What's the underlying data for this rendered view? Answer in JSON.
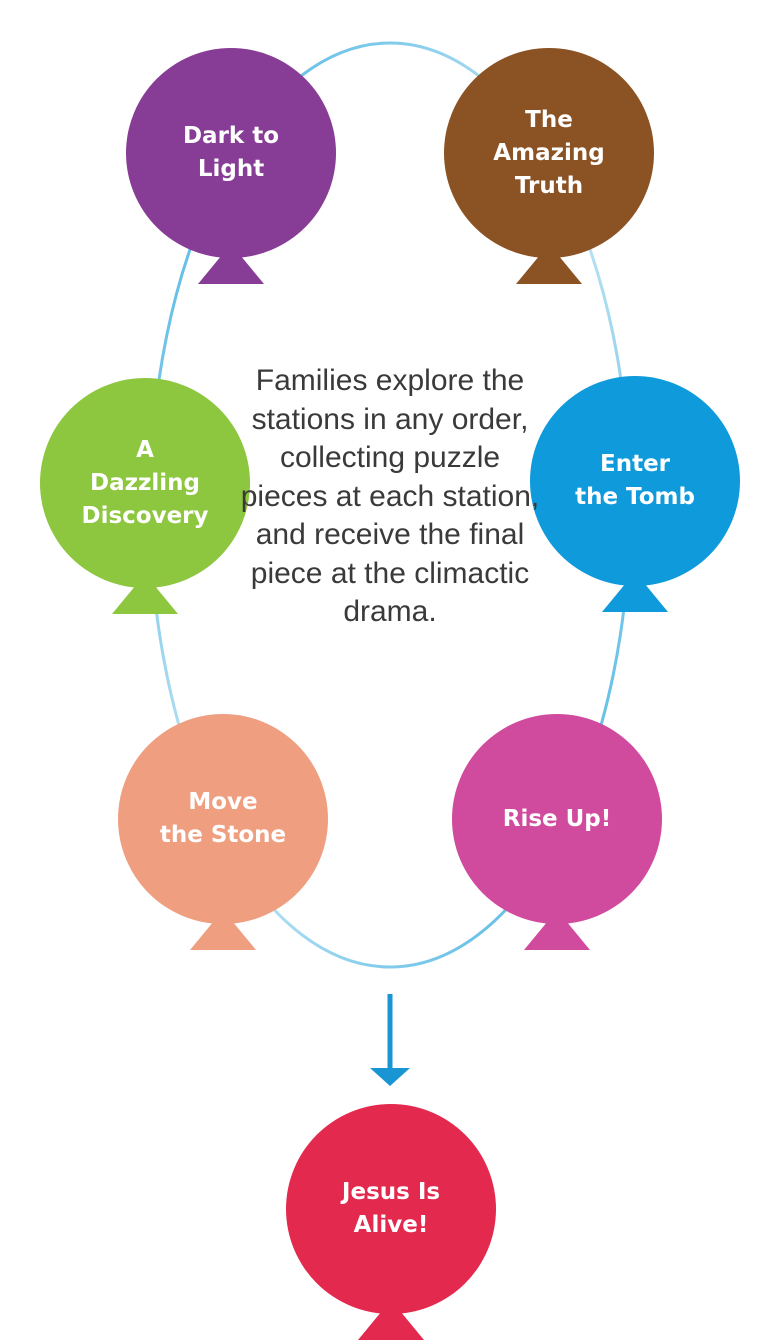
{
  "description": "Families explore the stations in any order, collecting puzzle pieces at each station, and receive the final piece at the climactic drama.",
  "colors": {
    "ring": "#3aaee0",
    "arrow": "#1a95d4",
    "text": "#3a3a3a"
  },
  "stations": [
    {
      "id": "dark-to-light",
      "label": "Dark to\nLight",
      "color": "#873c95"
    },
    {
      "id": "the-amazing-truth",
      "label": "The\nAmazing\nTruth",
      "color": "#8b5224"
    },
    {
      "id": "a-dazzling-discovery",
      "label": "A\nDazzling\nDiscovery",
      "color": "#8dc63f"
    },
    {
      "id": "enter-the-tomb",
      "label": "Enter\nthe Tomb",
      "color": "#0e9adb"
    },
    {
      "id": "move-the-stone",
      "label": "Move\nthe Stone",
      "color": "#ef9e80"
    },
    {
      "id": "rise-up",
      "label": "Rise Up!",
      "color": "#d04b9d"
    }
  ],
  "finale": {
    "id": "jesus-is-alive",
    "label": "Jesus Is\nAlive!",
    "color": "#e3294e"
  }
}
